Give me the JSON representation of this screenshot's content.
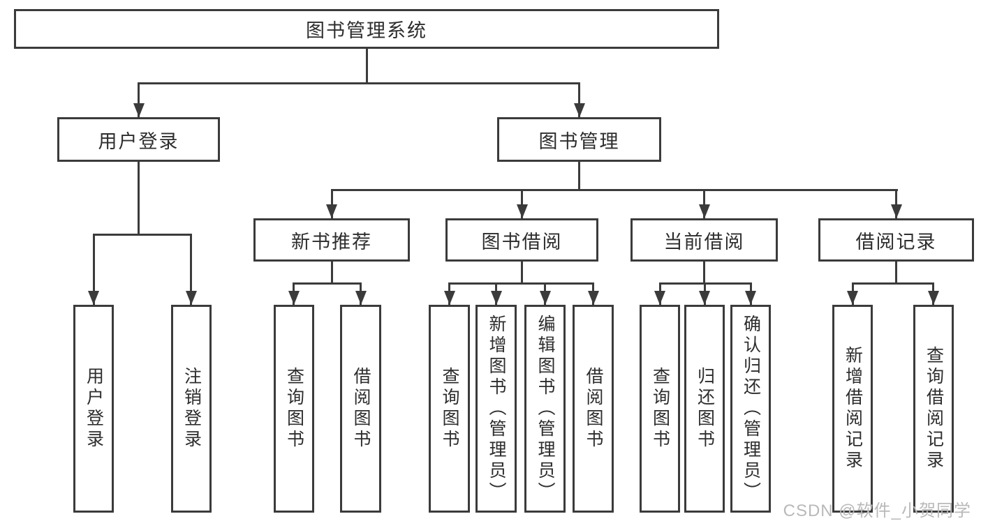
{
  "diagram": {
    "root": {
      "label": "图书管理系统"
    },
    "level2": [
      {
        "label": "用户登录"
      },
      {
        "label": "图书管理"
      }
    ],
    "level3": [
      {
        "label": "新书推荐",
        "parent": "图书管理"
      },
      {
        "label": "图书借阅",
        "parent": "图书管理"
      },
      {
        "label": "当前借阅",
        "parent": "图书管理"
      },
      {
        "label": "借阅记录",
        "parent": "图书管理"
      }
    ],
    "leaves": [
      {
        "label": "用户登录",
        "parent": "用户登录"
      },
      {
        "label": "注销登录",
        "parent": "用户登录"
      },
      {
        "label": "查询图书",
        "parent": "新书推荐"
      },
      {
        "label": "借阅图书",
        "parent": "新书推荐"
      },
      {
        "label": "查询图书",
        "parent": "图书借阅"
      },
      {
        "label": "新增图书（管理员）",
        "parent": "图书借阅"
      },
      {
        "label": "编辑图书（管理员）",
        "parent": "图书借阅"
      },
      {
        "label": "借阅图书",
        "parent": "图书借阅"
      },
      {
        "label": "查询图书",
        "parent": "当前借阅"
      },
      {
        "label": "归还图书",
        "parent": "当前借阅"
      },
      {
        "label": "确认归还（管理员）",
        "parent": "当前借阅"
      },
      {
        "label": "新增借阅记录",
        "parent": "借阅记录"
      },
      {
        "label": "查询借阅记录",
        "parent": "借阅记录"
      }
    ]
  },
  "watermark": {
    "text": "CSDN @软件_小贺同学"
  },
  "colors": {
    "line": "#3b3b3b",
    "text": "#2d2d2d",
    "watermark": "#b9b9b9",
    "background": "#ffffff"
  }
}
